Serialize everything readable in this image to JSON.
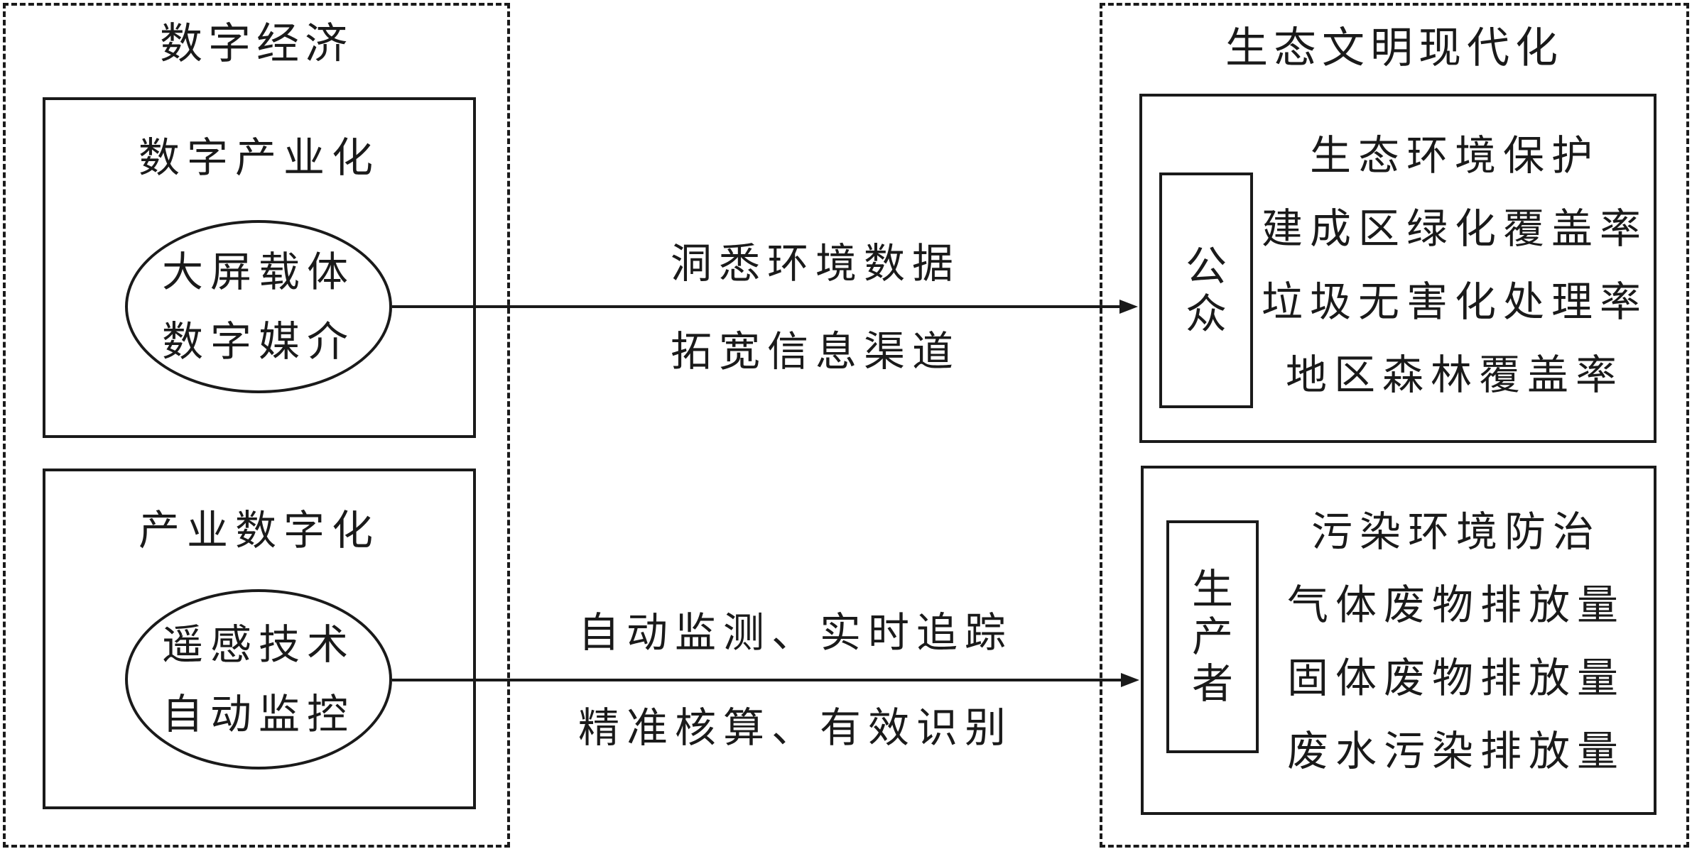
{
  "left_panel": {
    "title": "数字经济",
    "box1": {
      "title": "数字产业化",
      "items": [
        "大屏载体",
        "数字媒介"
      ]
    },
    "box2": {
      "title": "产业数字化",
      "items": [
        "遥感技术",
        "自动监控"
      ]
    }
  },
  "arrows": {
    "top": {
      "labels": [
        "洞悉环境数据",
        "拓宽信息渠道"
      ]
    },
    "bottom": {
      "labels": [
        "自动监测、实时追踪",
        "精准核算、有效识别"
      ]
    }
  },
  "right_panel": {
    "title": "生态文明现代化",
    "box1": {
      "actor": [
        "公",
        "众"
      ],
      "title": "生态环境保护",
      "metrics": [
        "建成区绿化覆盖率",
        "垃圾无害化处理率",
        "地区森林覆盖率"
      ]
    },
    "box2": {
      "actor": [
        "生",
        "产",
        "者"
      ],
      "title": "污染环境防治",
      "metrics": [
        "气体废物排放量",
        "固体废物排放量",
        "废水污染排放量"
      ]
    }
  }
}
